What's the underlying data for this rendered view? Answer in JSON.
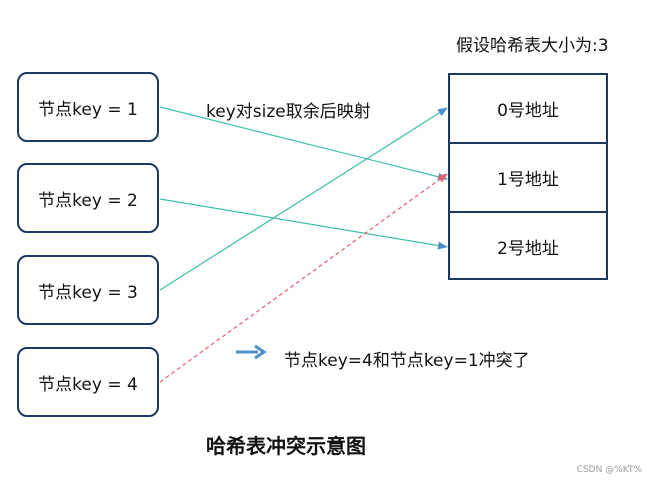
{
  "header": {
    "table_size_label": "假设哈希表大小为:3"
  },
  "nodes": [
    {
      "label": "节点key = 1"
    },
    {
      "label": "节点key = 2"
    },
    {
      "label": "节点key = 3"
    },
    {
      "label": "节点key = 4"
    }
  ],
  "hash_table": {
    "slots": [
      {
        "label": "0号地址"
      },
      {
        "label": "1号地址"
      },
      {
        "label": "2号地址"
      }
    ]
  },
  "annotations": {
    "mapping_label": "key对size取余后映射",
    "conflict_label": "节点key=4和节点key=1冲突了"
  },
  "footer": {
    "title": "哈希表冲突示意图",
    "watermark": "CSDN @%KT%"
  },
  "colors": {
    "box_border": "#1f3864",
    "mapping_arrow": "#4a90c8",
    "mapping_line": "#3cbfa8",
    "conflict_arrow": "#e06070",
    "legend_arrow": "#4a90c8"
  }
}
